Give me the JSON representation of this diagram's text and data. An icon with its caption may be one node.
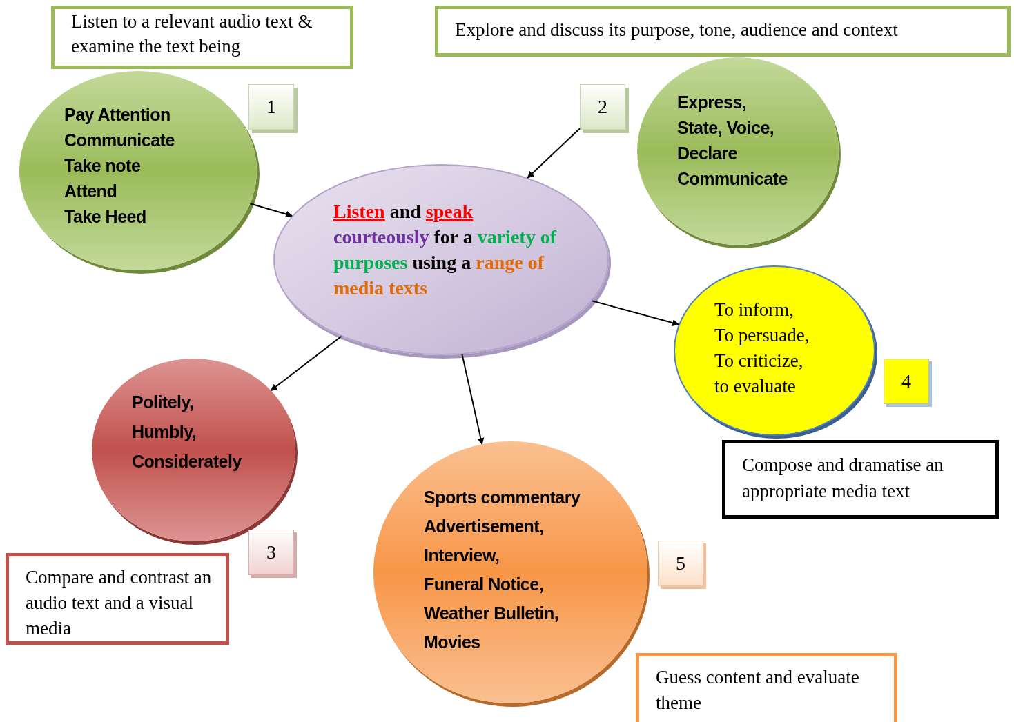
{
  "diagram": {
    "nodes": [
      {
        "text": [
          "Listen to a relevant audio text & examine the text being"
        ]
      },
      {
        "text": [
          "Explore and discuss its purpose, tone, audience and context"
        ]
      },
      {
        "text": [
          "Pay Attention",
          "Communicate",
          "Take note",
          "Attend",
          "Take Heed"
        ]
      },
      {
        "text": [
          "1"
        ]
      },
      {
        "text": [
          "2"
        ]
      },
      {
        "text": [
          "Express,",
          "State, Voice,",
          "Declare",
          "Communicate"
        ]
      },
      {
        "text": [
          "Listen and speak courteously for a variety of purposes using a range of media texts"
        ]
      },
      {
        "text": [
          "To inform,",
          "To persuade,",
          "To criticize,",
          "to evaluate"
        ]
      },
      {
        "text": [
          "4"
        ]
      },
      {
        "text": [
          "Compose and dramatise an appropriate media text"
        ]
      },
      {
        "text": [
          "Politely,",
          "Humbly,",
          "Considerately"
        ]
      },
      {
        "text": [
          "3"
        ]
      },
      {
        "text": [
          "Compare and contrast an audio text and a visual media"
        ]
      },
      {
        "text": [
          "Sports commentary",
          "Advertisement,",
          "Interview,",
          "Funeral Notice,",
          "Weather Bulletin,",
          "Movies"
        ]
      },
      {
        "text": [
          "5"
        ]
      },
      {
        "text": [
          "Guess content and evaluate theme"
        ]
      }
    ],
    "edges": [
      {
        "from": 2,
        "to": 6,
        "arrow": "to"
      },
      {
        "from": 4,
        "to": 6,
        "arrow": "to"
      },
      {
        "from": 6,
        "to": 10,
        "arrow": "to"
      },
      {
        "from": 6,
        "to": 7,
        "arrow": "to"
      },
      {
        "from": 6,
        "to": 13,
        "arrow": "to"
      }
    ]
  }
}
